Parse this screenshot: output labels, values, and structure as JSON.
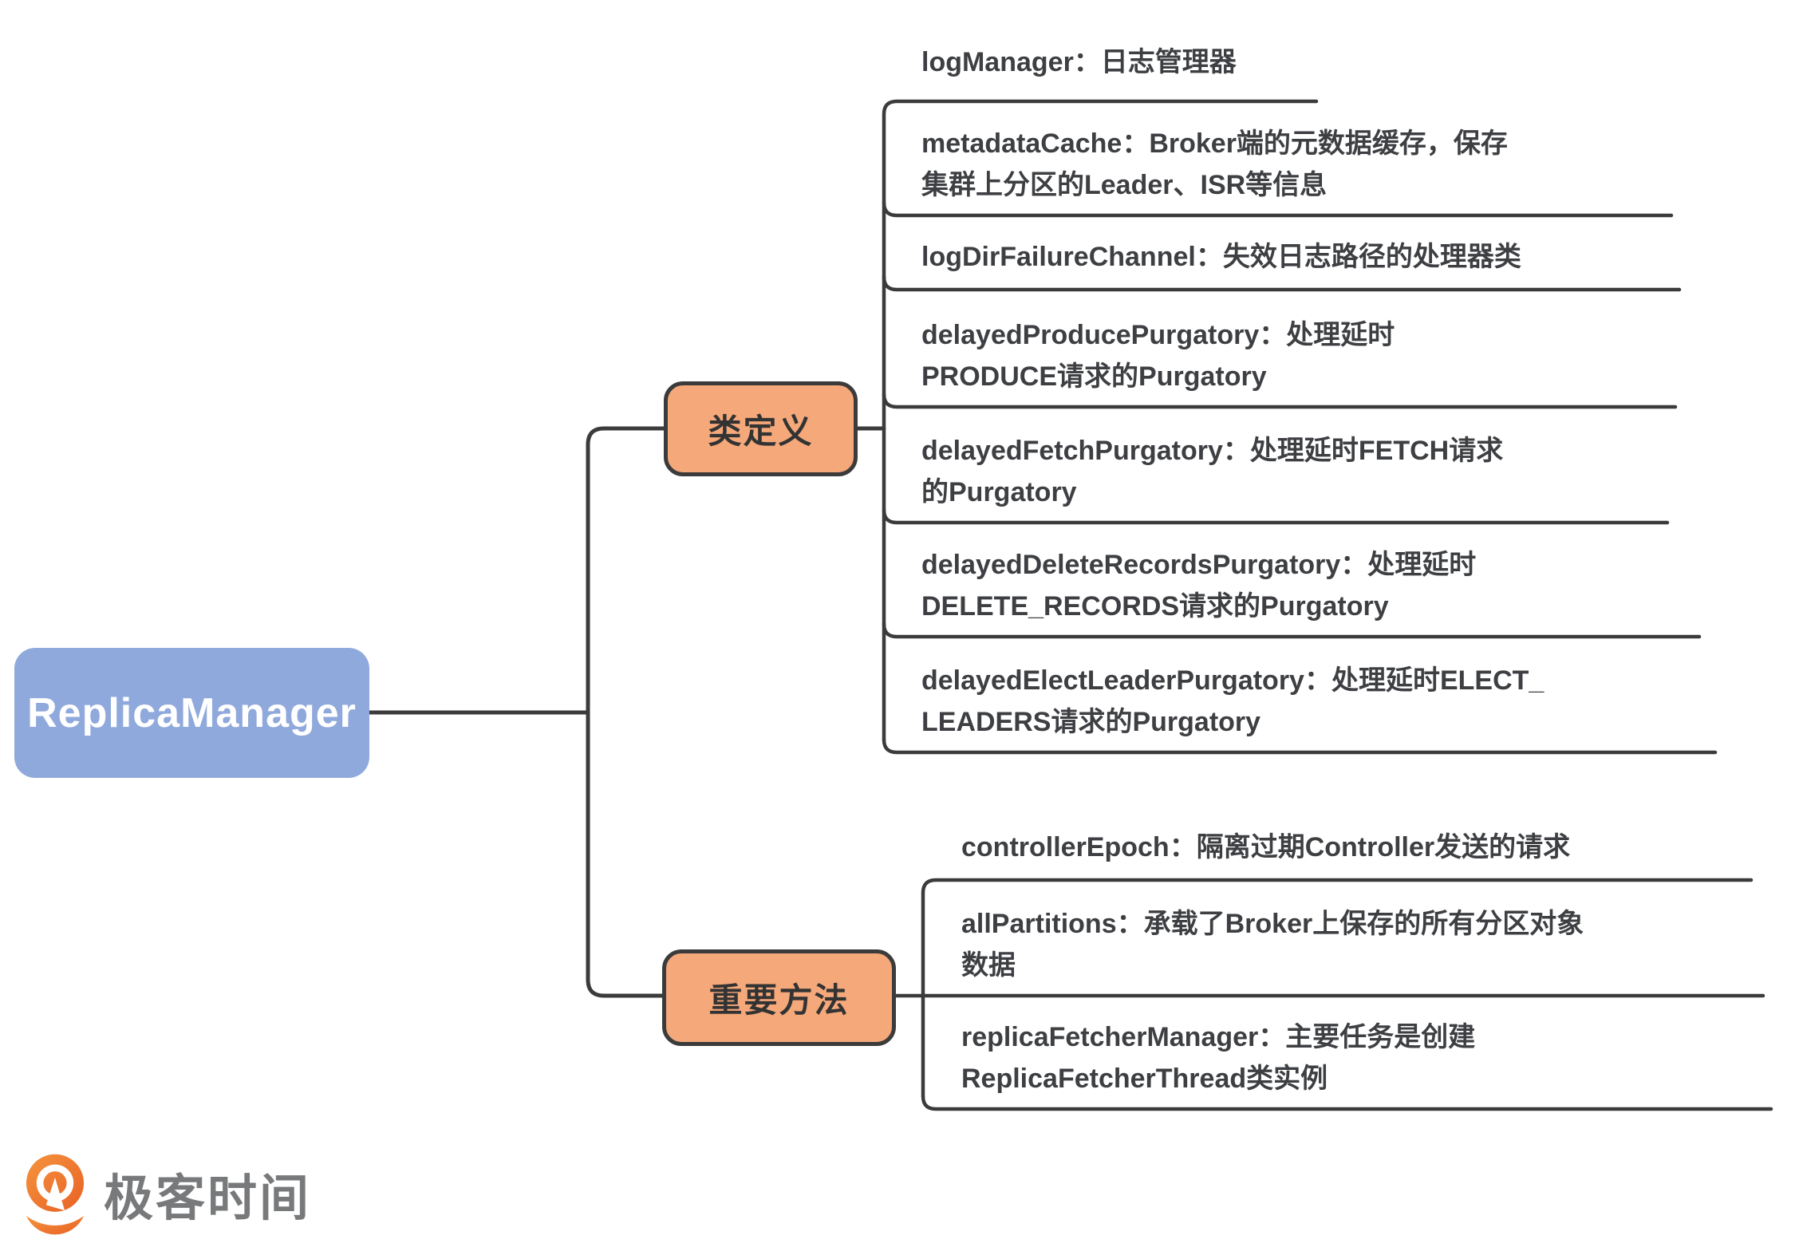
{
  "diagram": {
    "type": "mindmap",
    "root": {
      "label": "ReplicaManager"
    },
    "branches": [
      {
        "label": "类定义",
        "children": [
          {
            "label": "logManager：日志管理器"
          },
          {
            "label": "metadataCache：Broker端的元数据缓存，保存\n集群上分区的Leader、ISR等信息"
          },
          {
            "label": "logDirFailureChannel：失效日志路径的处理器类"
          },
          {
            "label": "delayedProducePurgatory：处理延时\nPRODUCE请求的Purgatory"
          },
          {
            "label": "delayedFetchPurgatory：处理延时FETCH请求\n的Purgatory"
          },
          {
            "label": "delayedDeleteRecordsPurgatory：处理延时\nDELETE_RECORDS请求的Purgatory"
          },
          {
            "label": "delayedElectLeaderPurgatory：处理延时ELECT_\nLEADERS请求的Purgatory"
          }
        ]
      },
      {
        "label": "重要方法",
        "children": [
          {
            "label": "controllerEpoch：隔离过期Controller发送的请求"
          },
          {
            "label": "allPartitions：承载了Broker上保存的所有分区对象\n数据"
          },
          {
            "label": "replicaFetcherManager：主要任务是创建\nReplicaFetcherThread类实例"
          }
        ]
      }
    ],
    "logo": {
      "label": "极客时间"
    },
    "colors": {
      "root_fill": "#90a9dc",
      "branch_fill": "#f5a87a",
      "line": "#3b3b3b",
      "leaf_text": "#3d3f42",
      "logo_text": "#77797b",
      "logo_orange_light": "#f5943f",
      "logo_orange_dark": "#e86124"
    }
  }
}
